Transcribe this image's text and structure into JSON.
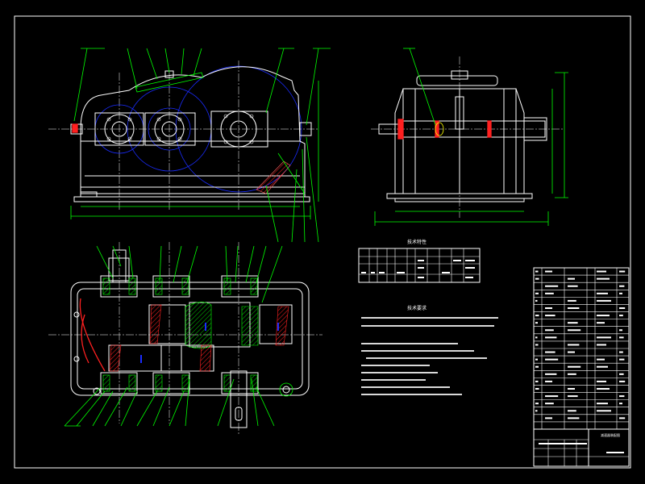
{
  "colors": {
    "background": "#000000",
    "outline": "#ffffff",
    "dimension": "#00ff00",
    "hidden_gear": "#1a2cff",
    "section_hatch": "#ff2020",
    "table_text": "#ffffff"
  },
  "views": {
    "front_view": "front-view",
    "side_view": "side-view",
    "plan_view": "top-section-view"
  },
  "specs_table": {
    "title": "技术特性",
    "cells": [
      "",
      "",
      "",
      "",
      "",
      "",
      "",
      "",
      "",
      ""
    ]
  },
  "tech_requirements": {
    "heading": "技术要求"
  },
  "title_block": {
    "drawing_name": "减速器装配图"
  }
}
